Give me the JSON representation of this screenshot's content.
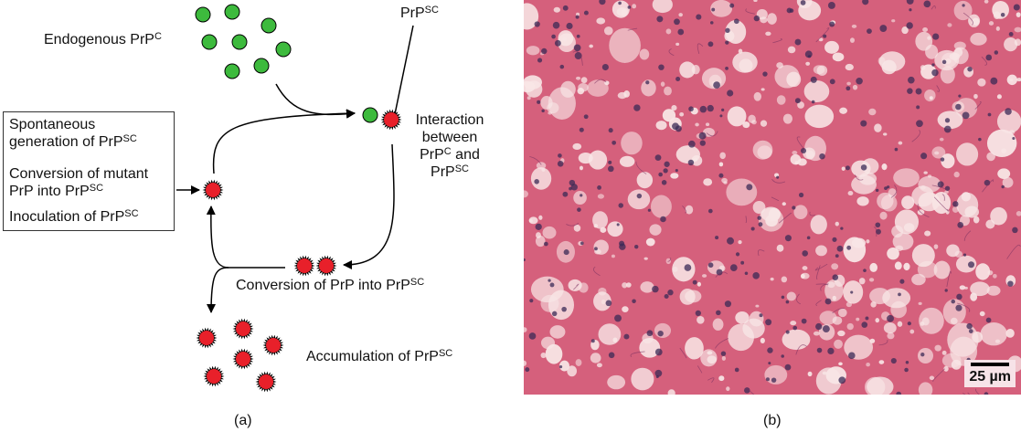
{
  "panel_a": {
    "caption": "(a)",
    "endogenous": {
      "text": "Endogenous PrP",
      "sup": "C"
    },
    "prpsc_top": {
      "text": "PrP",
      "sup": "SC"
    },
    "interaction": {
      "line1": "Interaction",
      "line2": "between",
      "line3a": "PrP",
      "line3sup": "C",
      "line3b": " and",
      "line4": "PrP",
      "line4sup": "SC"
    },
    "box": {
      "item1_line1": "Spontaneous",
      "item1_line2": "generation of PrP",
      "item1_sup": "SC",
      "item2_line1": "Conversion of mutant",
      "item2_line2": "PrP into PrP",
      "item2_sup": "SC",
      "item3": "Inoculation of PrP",
      "item3_sup": "SC"
    },
    "conversion": {
      "text": "Conversion of PrP into PrP",
      "sup": "SC"
    },
    "accumulation": {
      "text": "Accumulation of PrP",
      "sup": "SC"
    },
    "colors": {
      "prpc": "#3dba3d",
      "prpsc": "#e8202a"
    }
  },
  "panel_b": {
    "caption": "(b)",
    "scale_bar": "25 µm",
    "colors": {
      "tissue": "#d5607c",
      "vacuole": "#f8e6e6",
      "nucleus": "#3a2a55"
    }
  }
}
